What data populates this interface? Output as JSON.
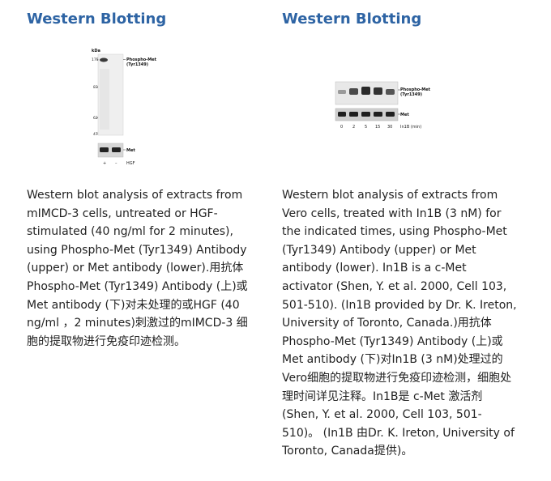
{
  "left": {
    "title": "Western Blotting",
    "blot": {
      "unit": "kDa",
      "markers": [
        "175",
        "83",
        "62",
        "47"
      ],
      "upper_label_line1": "Phospho-Met",
      "upper_label_line2": "(Tyr1349)",
      "lower_label": "Met",
      "lane_signs": [
        "+",
        "–"
      ],
      "lane_axis_label": "HGF"
    },
    "caption": "Western blot analysis of extracts from mIMCD-3 cells, untreated or HGF-stimulated (40 ng/ml for 2 minutes), using Phospho-Met (Tyr1349) Antibody (upper) or Met antibody (lower).用抗体Phospho-Met (Tyr1349) Antibody (上)或 Met antibody (下)对未处理的或HGF (40 ng/ml ，2 minutes)刺激过的mIMCD-3 细胞的提取物进行免疫印迹检测。"
  },
  "right": {
    "title": "Western Blotting",
    "blot": {
      "upper_label_line1": "Phospho-Met",
      "upper_label_line2": "(Tyr1349)",
      "lower_label": "Met",
      "lane_values": [
        "0",
        "2",
        "5",
        "15",
        "30"
      ],
      "lane_axis_label": "In1B (min)"
    },
    "caption": "Western blot analysis of extracts from Vero cells, treated with In1B (3 nM) for the indicated times, using Phospho-Met (Tyr1349) Antibody (upper) or Met antibody (lower). In1B is a c-Met activator (Shen, Y. et al. 2000, Cell 103, 501-510). (In1B provided by Dr. K. Ireton, University of Toronto, Canada.)用抗体Phospho-Met (Tyr1349) Antibody (上)或 Met antibody (下)对In1B (3 nM)处理过的Vero细胞的提取物进行免疫印迹检测，细胞处理时间详见注释。In1B是 c-Met 激活剂 (Shen, Y. et al. 2000, Cell 103, 501-510)。 (In1B 由Dr. K. Ireton, University of Toronto, Canada提供)。"
  }
}
